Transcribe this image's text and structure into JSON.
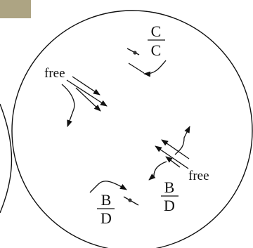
{
  "diagram": {
    "labels": {
      "free_top": "free",
      "free_bottom": "free",
      "cc_num": "C",
      "cc_den": "C",
      "bd_mid_num": "B",
      "bd_mid_den": "D",
      "bd_left_num": "B",
      "bd_left_den": "D"
    },
    "colors": {
      "ink": "#111111",
      "background": "#ffffff",
      "photo_corner": "#a59c7a"
    }
  }
}
